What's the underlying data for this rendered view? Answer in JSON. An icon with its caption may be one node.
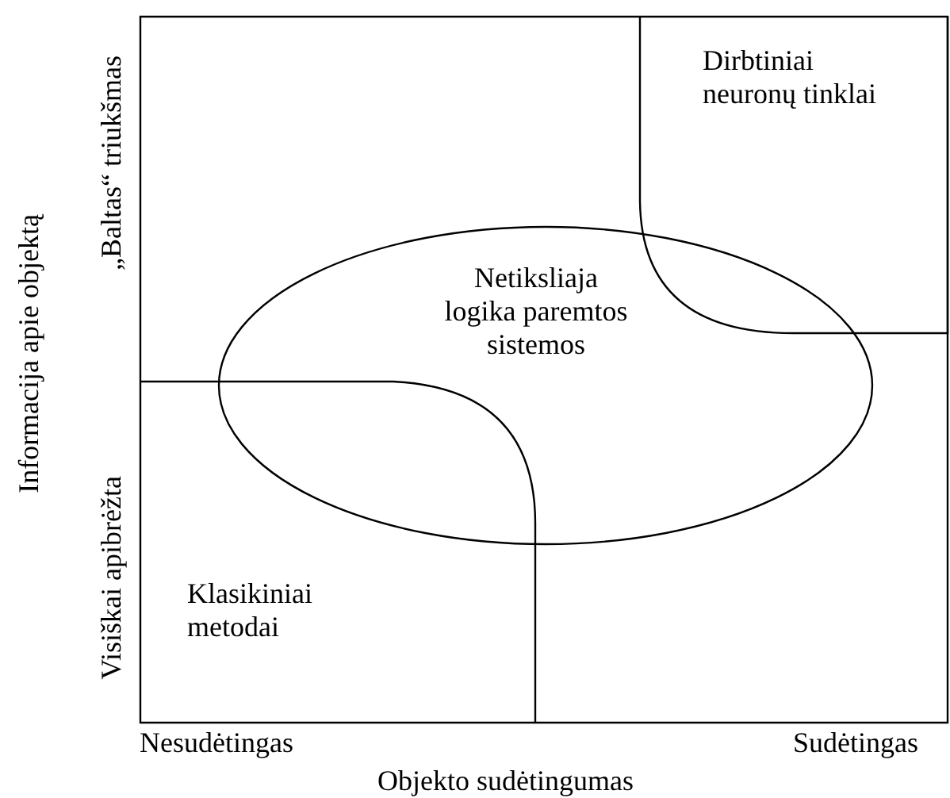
{
  "diagram": {
    "nodes": [
      {
        "text": [
          "Dirbtiniai neuronų tinklai"
        ]
      },
      {
        "text": [
          "Netiksliaja logika paremtos sistemos"
        ]
      },
      {
        "text": [
          "Klasikiniai metodai"
        ]
      }
    ],
    "labels": [
      "„Baltas“ triukšmas",
      "Visiškai apibrėžta",
      "Informacija apie objektą",
      "Nesudėtingas",
      "Sudėtingas",
      "Objekto sudėtingumas"
    ]
  }
}
